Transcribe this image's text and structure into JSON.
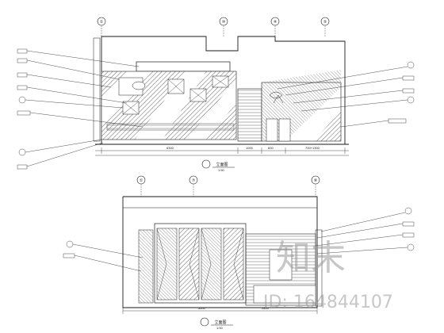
{
  "drawing": {
    "top_view": {
      "grid_bubbles": [
        "①",
        "⑩",
        "④",
        "⑤"
      ],
      "title": "立面图",
      "scale": "1:50",
      "dims": [
        "6300",
        "1000",
        "600",
        "700+1300"
      ]
    },
    "bottom_view": {
      "grid_bubbles": [
        "①",
        "⑦",
        "⑧"
      ],
      "title": "立面图",
      "scale": "1:50",
      "dims": [
        "3600",
        "2800"
      ]
    }
  },
  "watermark": {
    "text": "知末",
    "id_text": "ID: 164844107"
  },
  "colors": {
    "line": "#1a1a1a",
    "hatch": "#444444",
    "watermark": "#9a9a9a"
  }
}
